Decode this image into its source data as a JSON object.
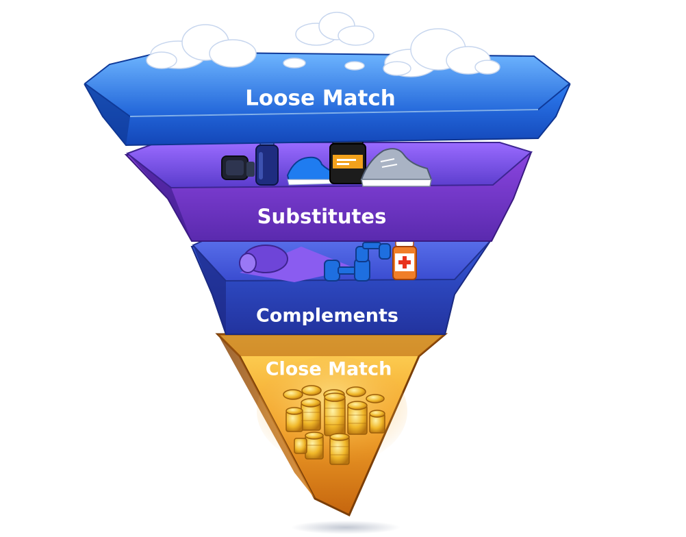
{
  "diagram": {
    "type": "funnel",
    "tiers": [
      {
        "label": "Loose Match",
        "color": "#2f7be8",
        "icons": [
          "clouds"
        ]
      },
      {
        "label": "Substitutes",
        "color": "#7a3fd6",
        "icons": [
          "smartwatch-icon",
          "water-bottle-icon",
          "blue-sneaker-icon",
          "supplement-jar-icon",
          "grey-sneaker-icon"
        ]
      },
      {
        "label": "Complements",
        "color": "#2f4fc9",
        "icons": [
          "yoga-mat-icon",
          "dumbbell-icon",
          "medicine-bottle-icon"
        ]
      },
      {
        "label": "Close Match",
        "color": "#e2901c",
        "icons": [
          "gold-coins-icon"
        ]
      }
    ]
  }
}
